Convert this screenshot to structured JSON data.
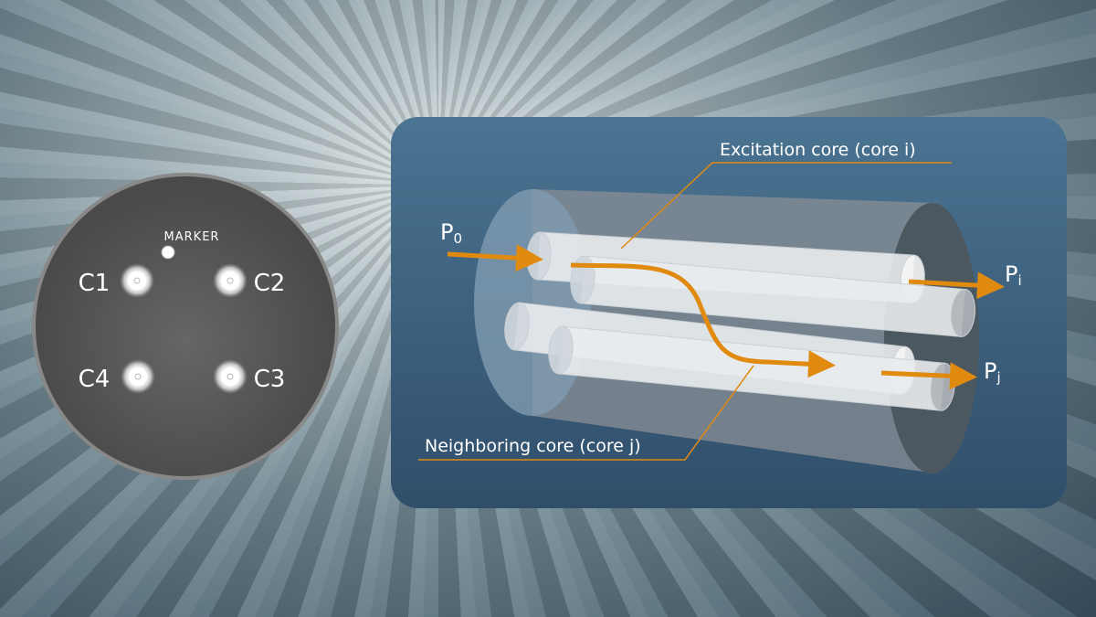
{
  "cross_section": {
    "marker_label": "MARKER",
    "cores": [
      "C1",
      "C2",
      "C3",
      "C4"
    ]
  },
  "diagram": {
    "excitation_label": "Excitation core (core i)",
    "neighboring_label": "Neighboring core (core j)",
    "input_power": {
      "base": "P",
      "sub": "0"
    },
    "output_i": {
      "base": "P",
      "sub": "i"
    },
    "output_j": {
      "base": "P",
      "sub": "j"
    }
  },
  "colors": {
    "accent": "#e08a10",
    "panel": "#3d617f",
    "section": "#555555"
  }
}
